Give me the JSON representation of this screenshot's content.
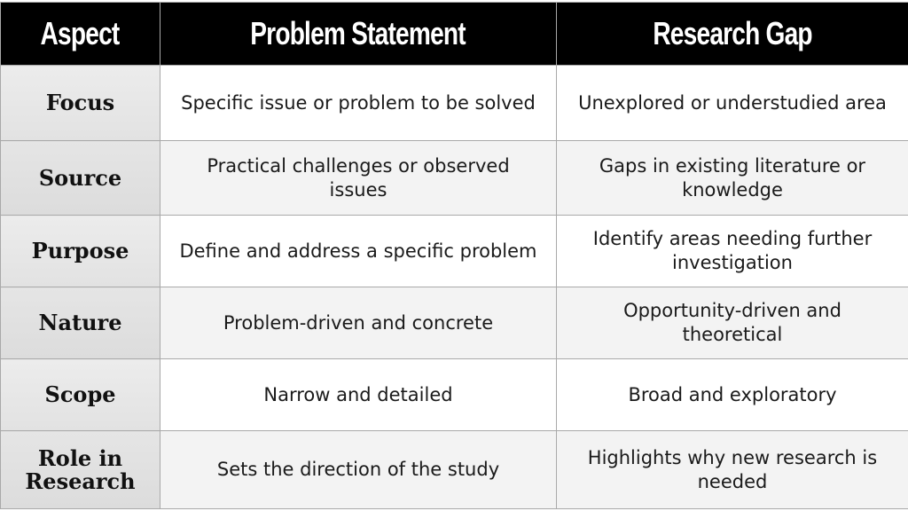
{
  "table": {
    "headers": [
      "Aspect",
      "Problem Statement",
      "Research Gap"
    ],
    "rows": [
      {
        "aspect": "Focus",
        "problem_statement": "Specific issue or problem to be solved",
        "research_gap": "Unexplored or understudied area"
      },
      {
        "aspect": "Source",
        "problem_statement": "Practical challenges or observed issues",
        "research_gap": "Gaps in existing literature or knowledge"
      },
      {
        "aspect": "Purpose",
        "problem_statement": "Define and address a specific problem",
        "research_gap": "Identify areas needing further investigation"
      },
      {
        "aspect": "Nature",
        "problem_statement": "Problem-driven and concrete",
        "research_gap": "Opportunity-driven and theoretical"
      },
      {
        "aspect": "Scope",
        "problem_statement": "Narrow and detailed",
        "research_gap": "Broad and exploratory"
      },
      {
        "aspect": "Role in Research",
        "problem_statement": "Sets the direction of the study",
        "research_gap": "Highlights why new research is needed"
      }
    ]
  },
  "colors": {
    "header_bg": "#000000",
    "header_text": "#ffffff",
    "grid": "#a9a9a9"
  }
}
